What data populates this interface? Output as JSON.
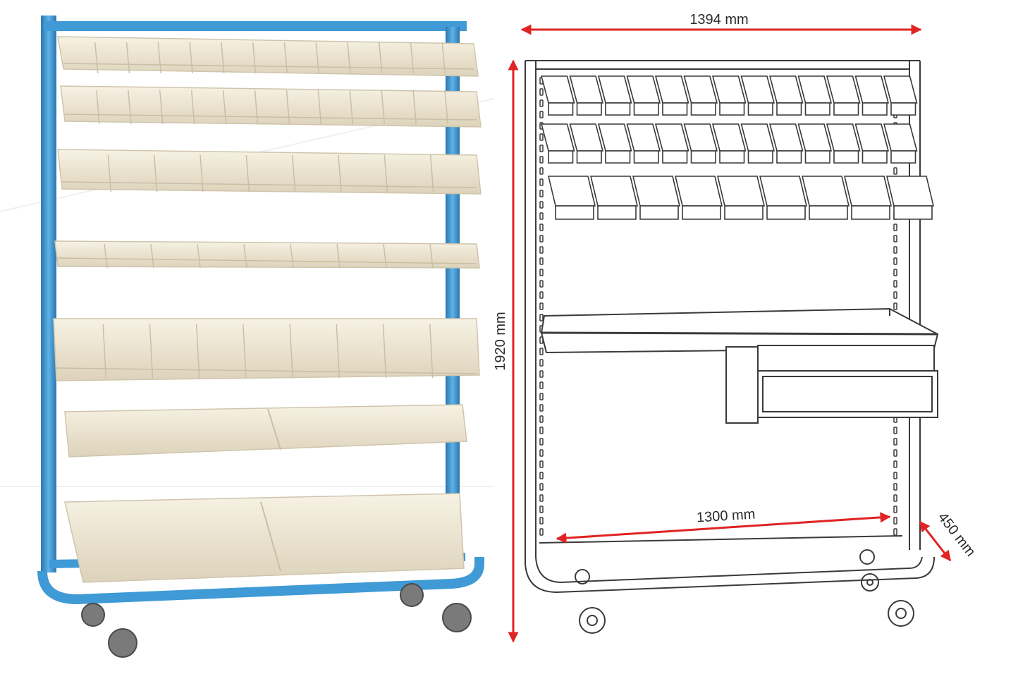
{
  "dimensions": {
    "width": "1394 mm",
    "height": "1920 mm",
    "inner_width": "1300 mm",
    "depth": "450 mm"
  },
  "colors": {
    "frame_blue": "#3f9ad6",
    "frame_blue_dark": "#2a77b0",
    "bin_cream": "#efe8d6",
    "bin_shadow": "#d9cfb8",
    "dimension_arrow": "#e02424",
    "line_drawing": "#3a3a3a"
  }
}
